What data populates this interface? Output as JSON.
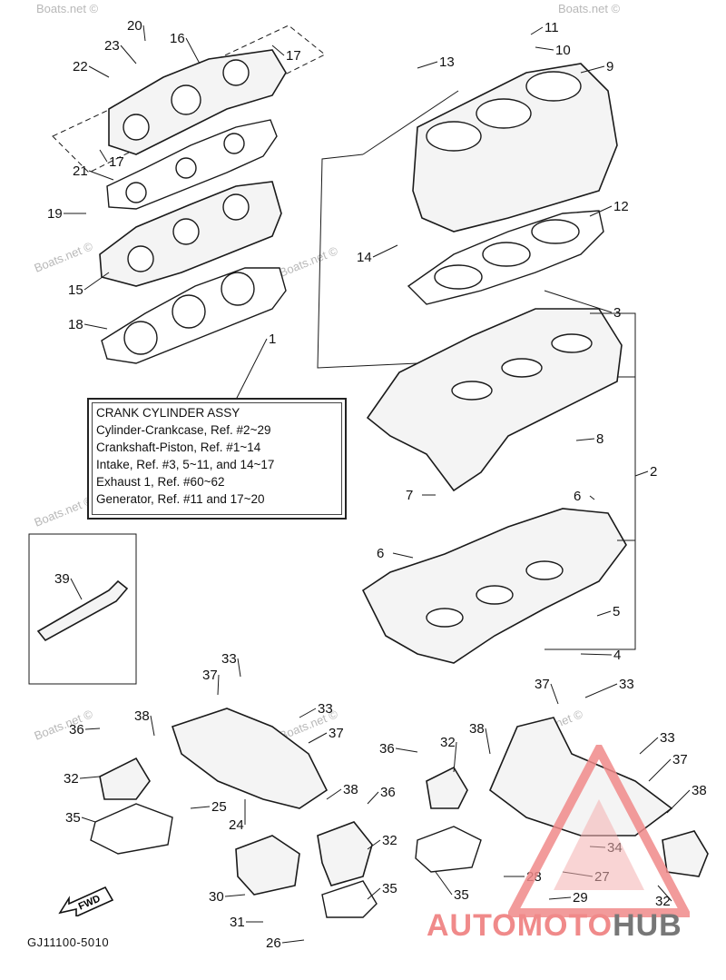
{
  "info_box": {
    "title": "CRANK CYLINDER ASSY",
    "lines": [
      "Cylinder-Crankcase, Ref. #2~29",
      "Crankshaft-Piston, Ref. #1~14",
      "Intake, Ref. #3, 5~11, and 14~17",
      "Exhaust 1, Ref. #60~62",
      "Generator, Ref. #11 and 17~20"
    ]
  },
  "part_code": "GJ11100-5010",
  "fwd_label": "FWD",
  "watermark": "Boats.net ©",
  "logo": {
    "part1": "AUTOMOTO",
    "part2": "HUB"
  },
  "callouts": [
    "20",
    "16",
    "23",
    "22",
    "17",
    "17",
    "21",
    "19",
    "15",
    "18",
    "1",
    "11",
    "10",
    "13",
    "9",
    "12",
    "14",
    "3",
    "2",
    "8",
    "7",
    "6",
    "6",
    "5",
    "4",
    "39",
    "33",
    "37",
    "38",
    "36",
    "32",
    "35",
    "25",
    "24",
    "33",
    "37",
    "38",
    "36",
    "32",
    "35",
    "30",
    "31",
    "26",
    "37",
    "33",
    "38",
    "36",
    "32",
    "33",
    "37",
    "38",
    "34",
    "28",
    "27",
    "29",
    "35",
    "32"
  ]
}
